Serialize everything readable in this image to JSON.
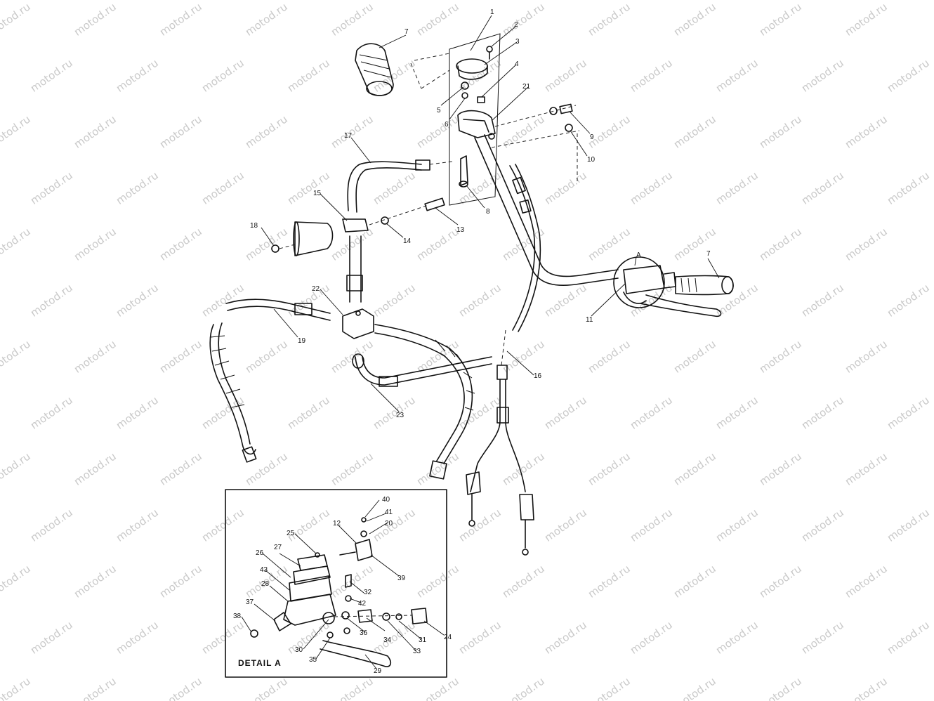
{
  "watermark": "motod.ru",
  "detail_title": "DETAIL A",
  "callouts": [
    {
      "id": "c1",
      "label": "1"
    },
    {
      "id": "c2",
      "label": "2"
    },
    {
      "id": "c3",
      "label": "3"
    },
    {
      "id": "c4",
      "label": "4"
    },
    {
      "id": "c5",
      "label": "5"
    },
    {
      "id": "c6",
      "label": "6"
    },
    {
      "id": "c7a",
      "label": "7"
    },
    {
      "id": "c7b",
      "label": "7"
    },
    {
      "id": "c8",
      "label": "8"
    },
    {
      "id": "c9",
      "label": "9"
    },
    {
      "id": "c10",
      "label": "10"
    },
    {
      "id": "c11",
      "label": "11"
    },
    {
      "id": "c12",
      "label": "12"
    },
    {
      "id": "c13",
      "label": "13"
    },
    {
      "id": "c14",
      "label": "14"
    },
    {
      "id": "c15",
      "label": "15"
    },
    {
      "id": "c16",
      "label": "16"
    },
    {
      "id": "c17",
      "label": "17"
    },
    {
      "id": "c18",
      "label": "18"
    },
    {
      "id": "c19",
      "label": "19"
    },
    {
      "id": "c20",
      "label": "20"
    },
    {
      "id": "c21",
      "label": "21"
    },
    {
      "id": "c22",
      "label": "22"
    },
    {
      "id": "c23",
      "label": "23"
    },
    {
      "id": "c24",
      "label": "24"
    },
    {
      "id": "c25",
      "label": "25"
    },
    {
      "id": "c26",
      "label": "26"
    },
    {
      "id": "c27",
      "label": "27"
    },
    {
      "id": "c28",
      "label": "28"
    },
    {
      "id": "c29",
      "label": "29"
    },
    {
      "id": "c30",
      "label": "30"
    },
    {
      "id": "c31",
      "label": "31"
    },
    {
      "id": "c32",
      "label": "32"
    },
    {
      "id": "c33",
      "label": "33"
    },
    {
      "id": "c34",
      "label": "34"
    },
    {
      "id": "c35",
      "label": "35"
    },
    {
      "id": "c36",
      "label": "36"
    },
    {
      "id": "c37",
      "label": "37"
    },
    {
      "id": "c38",
      "label": "38"
    },
    {
      "id": "c39",
      "label": "39"
    },
    {
      "id": "c40",
      "label": "40"
    },
    {
      "id": "c41",
      "label": "41"
    },
    {
      "id": "c42",
      "label": "42"
    },
    {
      "id": "c43",
      "label": "43"
    },
    {
      "id": "cA",
      "label": "A"
    }
  ]
}
